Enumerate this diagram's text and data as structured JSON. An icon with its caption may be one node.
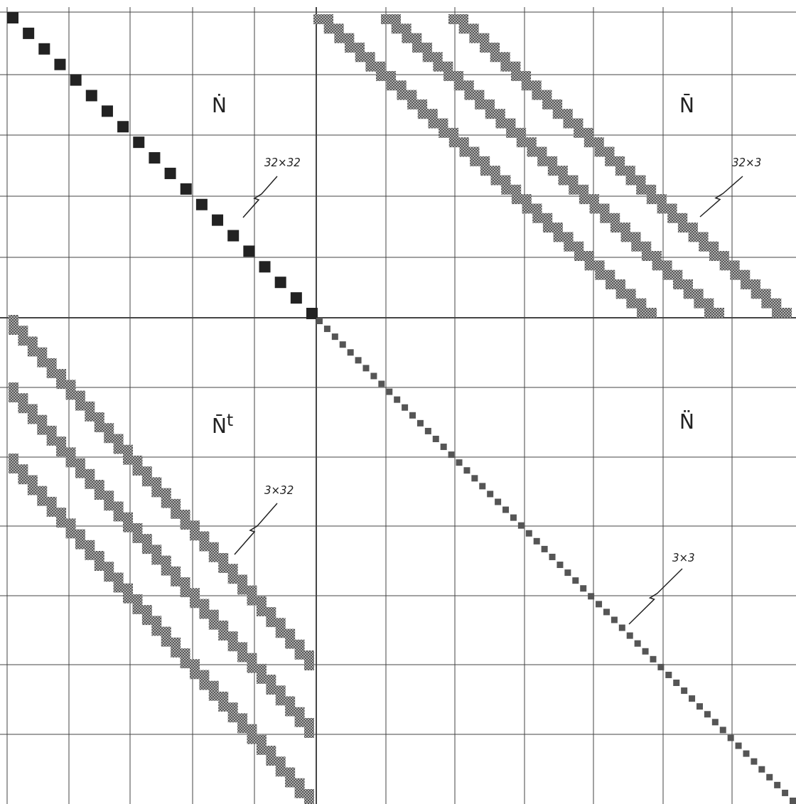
{
  "diagram": {
    "nodes": [
      {
        "text": [
          "32×32"
        ]
      },
      {
        "text": [
          "32×3"
        ]
      },
      {
        "text": [
          "3×32"
        ]
      },
      {
        "text": [
          "3×3"
        ]
      }
    ],
    "edges": [
      {
        "from": 0,
        "to": null,
        "arrow": "none"
      },
      {
        "from": 1,
        "to": null,
        "arrow": "none"
      },
      {
        "from": 2,
        "to": null,
        "arrow": "none"
      },
      {
        "from": 3,
        "to": null,
        "arrow": "none"
      }
    ],
    "labels": [
      "Ṅ",
      "N̄",
      "N̄$^{t}$",
      "N̈"
    ]
  }
}
